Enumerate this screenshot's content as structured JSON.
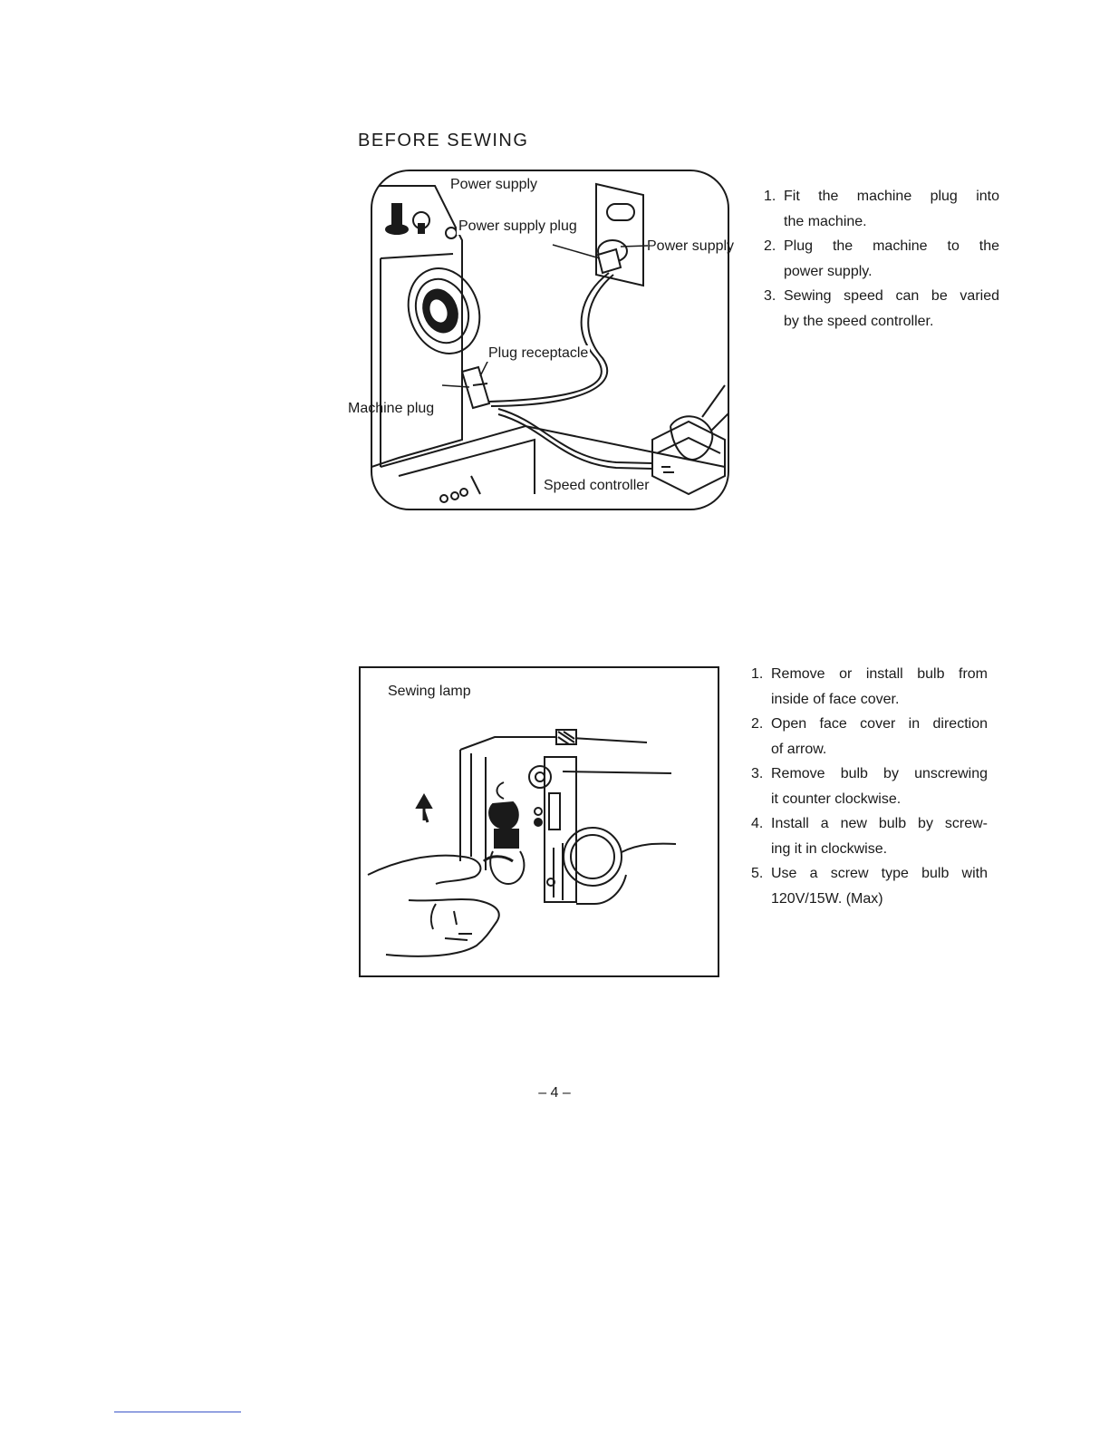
{
  "section": {
    "title": "BEFORE SEWING"
  },
  "figure_power": {
    "labels": {
      "power_supply_top": "Power supply",
      "power_supply_plug": "Power supply plug",
      "power_supply_side": "Power supply",
      "plug_receptacle": "Plug receptacle",
      "machine_plug": "Machine plug",
      "speed_controller": "Speed controller"
    }
  },
  "steps_power": [
    {
      "num": "1.",
      "lines": [
        "Fit the machine plug into",
        "the machine."
      ]
    },
    {
      "num": "2.",
      "lines": [
        "Plug the machine to the",
        "power supply."
      ]
    },
    {
      "num": "3.",
      "lines": [
        "Sewing speed can be varied",
        "by the speed controller."
      ]
    }
  ],
  "figure_lamp": {
    "labels": {
      "sewing_lamp": "Sewing lamp"
    }
  },
  "steps_lamp": [
    {
      "num": "1.",
      "lines": [
        "Remove or install bulb from",
        "inside of face cover."
      ]
    },
    {
      "num": "2.",
      "lines": [
        "Open face cover in direction",
        "of arrow."
      ]
    },
    {
      "num": "3.",
      "lines": [
        "Remove bulb by unscrewing",
        "it counter clockwise."
      ]
    },
    {
      "num": "4.",
      "lines": [
        "Install a new bulb by screw-",
        "ing it in clockwise."
      ]
    },
    {
      "num": "5.",
      "lines": [
        "Use a screw type bulb with",
        "120V/15W. (Max)"
      ]
    }
  ],
  "page": {
    "number": "– 4 –"
  },
  "colors": {
    "ink": "#1a1a1a",
    "scan_line": "#3a55c8"
  }
}
